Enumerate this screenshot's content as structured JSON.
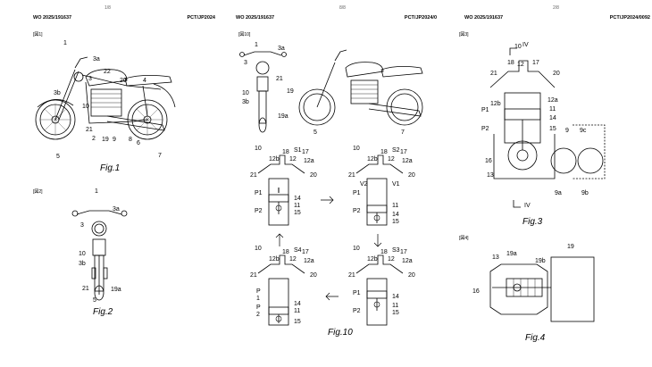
{
  "pages": [
    {
      "page_num": "1/8",
      "pub_left": "WO 2025/191637",
      "pub_right": "PCT/JP2024",
      "fig1": {
        "tag": "[図1]",
        "label": "Fig.1",
        "refs": {
          "r1": "1",
          "r3a": "3a",
          "r22": "22",
          "r20": "20",
          "r4": "4",
          "r3": "3",
          "r3b": "3b",
          "r10": "10",
          "r21": "21",
          "r2": "2",
          "r19": "19",
          "r9": "9",
          "r8": "8",
          "r6": "6",
          "r5": "5",
          "r7": "7"
        }
      },
      "fig2": {
        "tag": "[図2]",
        "label": "Fig.2",
        "refs": {
          "r1": "1",
          "r3a": "3a",
          "r3": "3",
          "r10": "10",
          "r3b": "3b",
          "r21": "21",
          "r19a": "19a",
          "r5": "5"
        }
      }
    },
    {
      "page_num": "8/8",
      "pub_left": "WO 2025/191637",
      "pub_right": "PCT/JP2024/0",
      "fig10": {
        "tag": "[図10]",
        "label": "Fig.10",
        "top_refs": {
          "r1": "1",
          "r3a": "3a",
          "r3": "3",
          "r21": "21",
          "r19": "19",
          "r10": "10",
          "r3b": "3b",
          "r19a": "19a",
          "r5": "5",
          "r7": "7"
        },
        "s1": {
          "step": "S1",
          "r10": "10",
          "r12b": "12b",
          "r18": "18",
          "r12": "12",
          "r17": "17",
          "r12a": "12a",
          "r21": "21",
          "r20": "20",
          "p1": "P1",
          "p2": "P2",
          "r14": "14",
          "r11": "11",
          "r15": "15"
        },
        "s2": {
          "step": "S2",
          "r10": "10",
          "r12b": "12b",
          "r18": "18",
          "r12": "12",
          "r17": "17",
          "r12a": "12a",
          "r21": "21",
          "r20": "20",
          "v2": "V2",
          "v1": "V1",
          "p1": "P1",
          "p2": "P2",
          "r14": "14",
          "r11": "11",
          "r15": "15"
        },
        "s4": {
          "step": "S4",
          "r10": "10",
          "r12b": "12b",
          "r18": "18",
          "r12": "12",
          "r17": "17",
          "r12a": "12a",
          "r21": "21",
          "r20": "20",
          "p": "P",
          "p1n": "1",
          "p2": "P",
          "p2n": "2",
          "r14": "14",
          "r11": "11",
          "r15": "15"
        },
        "s3": {
          "step": "S3",
          "r10": "10",
          "r12b": "12b",
          "r18": "18",
          "r12": "12",
          "r17": "17",
          "r12a": "12a",
          "r21": "21",
          "r20": "20",
          "p1": "P1",
          "p2": "P2",
          "r14": "14",
          "r11": "11",
          "r15": "15"
        }
      }
    },
    {
      "page_num": "2/8",
      "pub_left": "WO 2025/191637",
      "pub_right": "PCT/JP2024/0092",
      "fig3": {
        "tag": "[図3]",
        "label": "Fig.3",
        "refs": {
          "r10": "10",
          "iv1": "IV",
          "r18": "18",
          "r12": "12",
          "r17": "17",
          "r21": "21",
          "r20": "20",
          "r12b": "12b",
          "r12a": "12a",
          "p1": "P1",
          "r11": "11",
          "r14": "14",
          "p2": "P2",
          "r15": "15",
          "r9": "9",
          "r9c": "9c",
          "r16": "16",
          "r13": "13",
          "r9a": "9a",
          "r9b": "9b",
          "iv2": "IV"
        }
      },
      "fig4": {
        "tag": "[図4]",
        "label": "Fig.4",
        "refs": {
          "r13": "13",
          "r19a": "19a",
          "r19": "19",
          "r19b": "19b",
          "r16": "16"
        }
      }
    }
  ]
}
